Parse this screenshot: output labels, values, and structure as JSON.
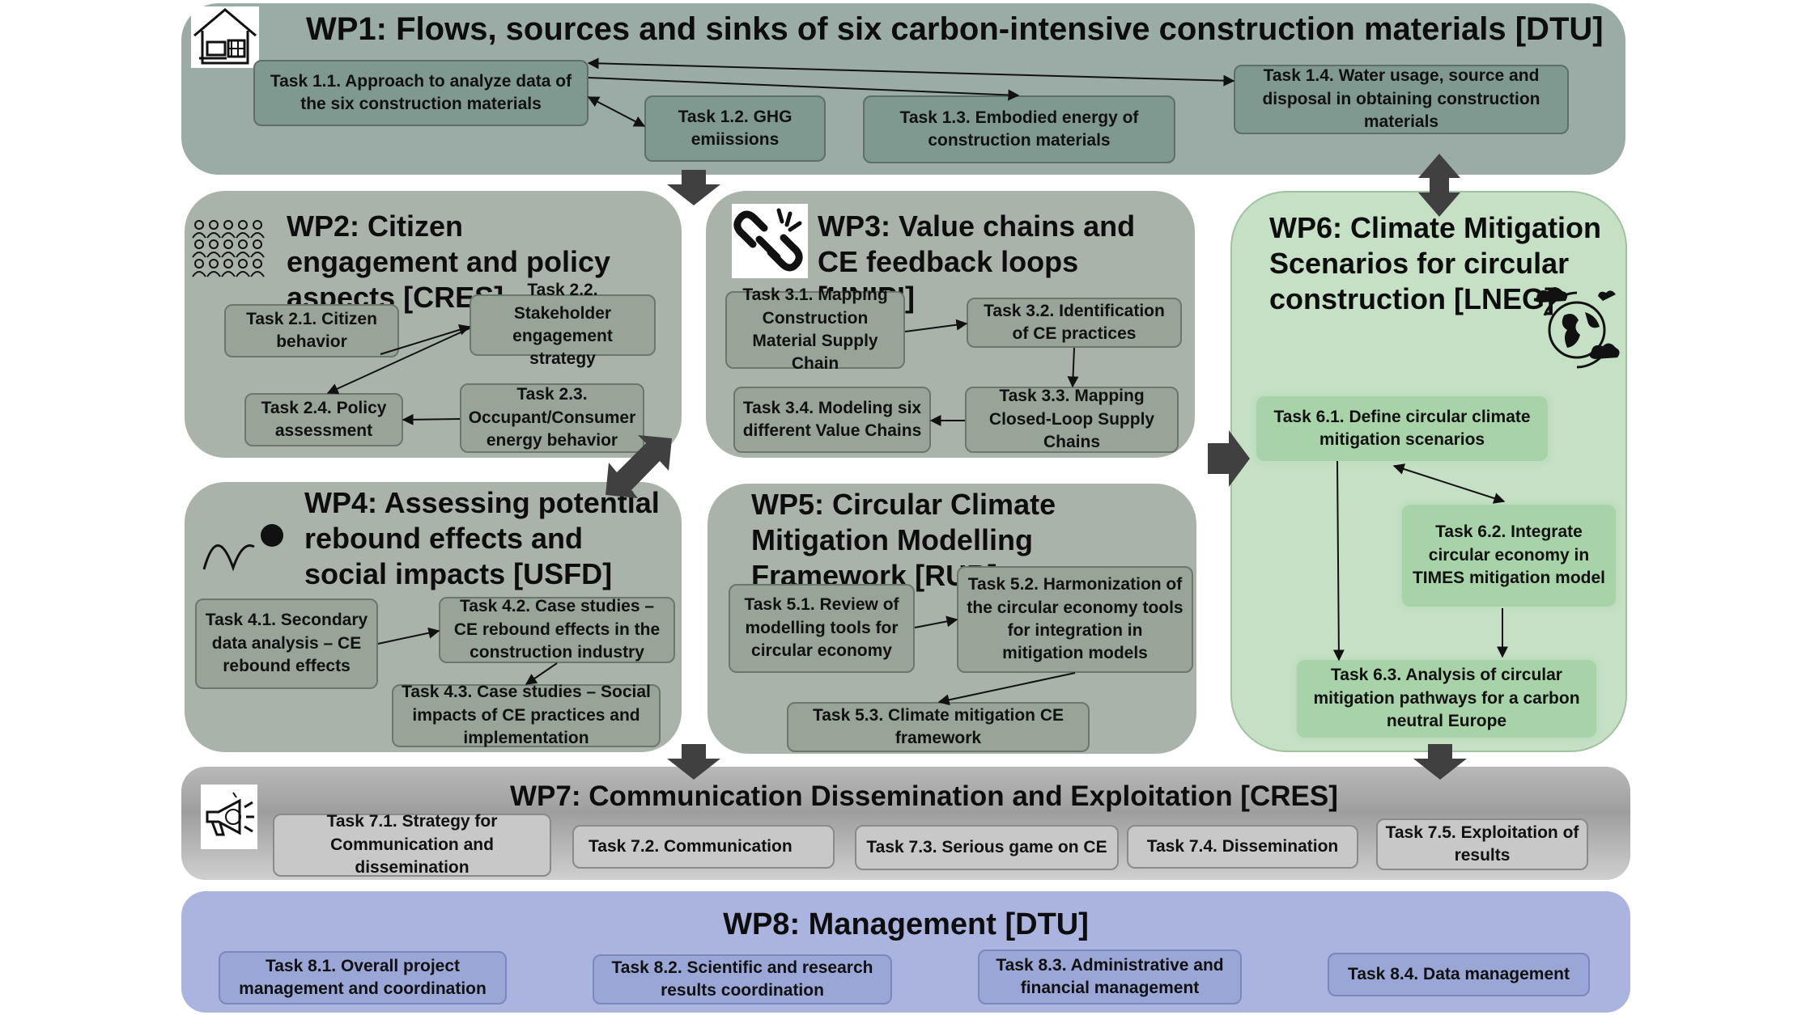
{
  "wp1": {
    "title": "WP1: Flows, sources and sinks of six carbon-intensive construction materials [DTU]",
    "tasks": [
      "Task 1.1. Approach to analyze data of the six construction materials",
      "Task 1.2. GHG emiissions",
      "Task 1.3. Embodied energy of construction materials",
      "Task 1.4. Water usage, source and disposal in obtaining construction materials"
    ]
  },
  "wp2": {
    "title": "WP2: Citizen engagement and policy aspects [CRES]",
    "tasks": [
      "Task 2.1. Citizen behavior",
      "Task 2.2. Stakeholder engagement strategy",
      "Task 2.3. Occupant/Consumer energy behavior",
      "Task 2.4. Policy assessment"
    ]
  },
  "wp3": {
    "title": "WP3: Value chains and CE feedback loops [UNIPI]",
    "tasks": [
      "Task 3.1. Mapping Construction Material Supply Chain",
      "Task 3.2. Identification of CE practices",
      "Task 3.3. Mapping Closed-Loop Supply Chains",
      "Task 3.4. Modeling six different Value Chains"
    ]
  },
  "wp4": {
    "title": "WP4: Assessing potential rebound effects and social impacts [USFD]",
    "tasks": [
      "Task 4.1. Secondary data analysis – CE rebound effects",
      "Task 4.2. Case studies – CE rebound effects in the construction industry",
      "Task 4.3. Case studies – Social impacts of CE practices and implementation"
    ]
  },
  "wp5": {
    "title": "WP5: Circular Climate Mitigation Modelling Framework [RUB]",
    "tasks": [
      "Task 5.1. Review of modelling tools for circular economy",
      "Task 5.2. Harmonization of the circular economy tools for integration in mitigation models",
      "Task 5.3. Climate mitigation CE framework"
    ]
  },
  "wp6": {
    "title": "WP6: Climate Mitigation Scenarios for circular construction [LNEG]",
    "tasks": [
      "Task 6.1. Define circular climate mitigation scenarios",
      "Task 6.2. Integrate circular economy in TIMES mitigation model",
      "Task 6.3. Analysis of circular mitigation pathways for a carbon neutral Europe"
    ]
  },
  "wp7": {
    "title": "WP7: Communication  Dissemination and Exploitation [CRES]",
    "tasks": [
      "Task 7.1. Strategy for Communication and dissemination",
      "Task 7.2. Communication",
      "Task 7.3. Serious game on CE",
      "Task 7.4. Dissemination",
      "Task 7.5. Exploitation of results"
    ]
  },
  "wp8": {
    "title": "WP8: Management [DTU]",
    "tasks": [
      "Task 8.1. Overall project management and coordination",
      "Task 8.2. Scientific and research results coordination",
      "Task 8.3. Administrative and financial management",
      "Task 8.4. Data management"
    ]
  },
  "colors": {
    "wp1_bg": "#9aaca5",
    "wp2_5_bg": "#aab3aa",
    "wp6_bg": "#c6e0c6",
    "wp7_bg": "#b9b9b9",
    "wp8_bg": "#aab4df",
    "arrow": "#404040"
  },
  "icons": [
    "house-icon",
    "crowd-icon",
    "chain-link-icon",
    "rebound-ball-icon",
    "globe-clouds-icon",
    "megaphone-icon"
  ]
}
